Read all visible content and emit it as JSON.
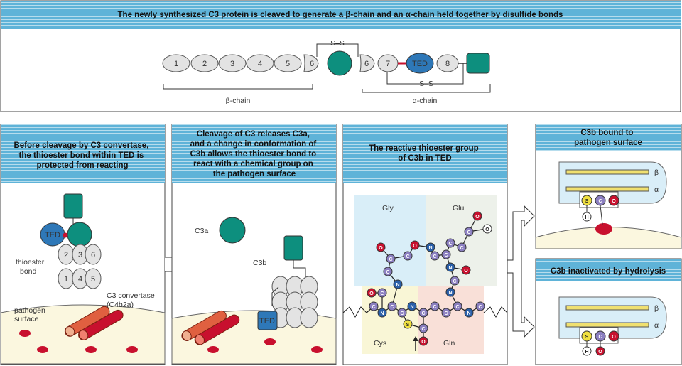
{
  "top": {
    "title": "The newly synthesized C3 protein is cleaved to generate a β-chain and an α-chain held together by disulfide bonds",
    "beta_domains": [
      "1",
      "2",
      "3",
      "4",
      "5",
      "6"
    ],
    "alpha_domains": [
      "6",
      "7",
      "TED",
      "8"
    ],
    "ss_label": "S–S",
    "beta_label": "β-chain",
    "alpha_label": "α-chain"
  },
  "panels": {
    "p1": {
      "title": [
        "Before cleavage by C3 convertase,",
        "the thioester bond within TED is",
        "protected from reacting"
      ],
      "ted": "TED",
      "domains": [
        "2",
        "3",
        "6",
        "1",
        "4",
        "5"
      ],
      "thioester": [
        "thioester",
        "bond"
      ],
      "convertase": [
        "C3 convertase",
        "(C4b2a)"
      ],
      "pathogen": [
        "pathogen",
        "surface"
      ]
    },
    "p2": {
      "title": [
        "Cleavage of C3 releases C3a,",
        "and a change in conformation of",
        "C3b allows the thioester bond to",
        "react with a chemical group on",
        "the pathogen surface"
      ],
      "c3a": "C3a",
      "c3b": "C3b",
      "ted": "TED"
    },
    "p3": {
      "title": [
        "The reactive thioester group",
        "of C3b in TED"
      ],
      "residues": {
        "gly": "Gly",
        "glu": "Glu",
        "cys": "Cys",
        "gln": "Gln"
      },
      "atoms": {
        "c": "C",
        "n": "N",
        "o": "O",
        "s": "S",
        "h": "H"
      }
    },
    "p4": {
      "title": [
        "C3b bound to",
        "pathogen surface"
      ],
      "beta": "β",
      "alpha": "α"
    },
    "p5": {
      "title": "C3b inactivated by hydrolysis",
      "beta": "β",
      "alpha": "α"
    }
  },
  "colors": {
    "header_blue": "#5fb3d8",
    "teal": "#0d8f7e",
    "ted_blue": "#2e78b8",
    "domain_grey": "#e3e3e3",
    "cream": "#fbf7df",
    "atom_red": "#c8102e",
    "atom_purple": "#8b7fc0",
    "atom_blue": "#2a5fa8",
    "atom_yellow": "#f0e040",
    "orange": "#e08040"
  }
}
